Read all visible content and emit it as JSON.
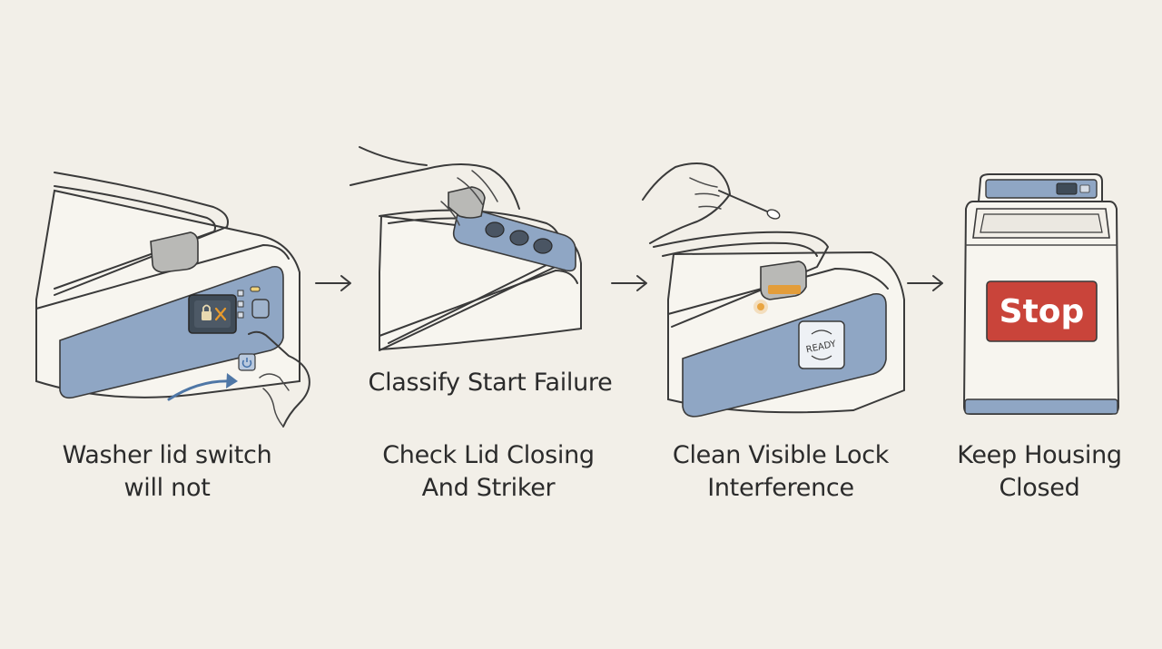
{
  "steps": [
    {
      "line1": "Washer lid switch",
      "line2": "will not"
    },
    {
      "line1": "Check Lid Closing",
      "line2": "And Striker"
    },
    {
      "line1": "Clean Visible Lock",
      "line2": "Interference"
    },
    {
      "line1": "Keep Housing",
      "line2": "Closed"
    }
  ],
  "middle_label": "Classify Start Failure",
  "ready_badge": "READY",
  "stop_sign": "Stop",
  "colors": {
    "background": "#f2efe8",
    "panel_blue": "#8fa6c4",
    "stop_red": "#c9443a",
    "amber": "#e89a2c",
    "line": "#3a3a3a"
  },
  "icons": [
    "lock-icon",
    "x-mark-icon",
    "power-icon",
    "curved-arrow-icon",
    "right-arrow-icon"
  ]
}
